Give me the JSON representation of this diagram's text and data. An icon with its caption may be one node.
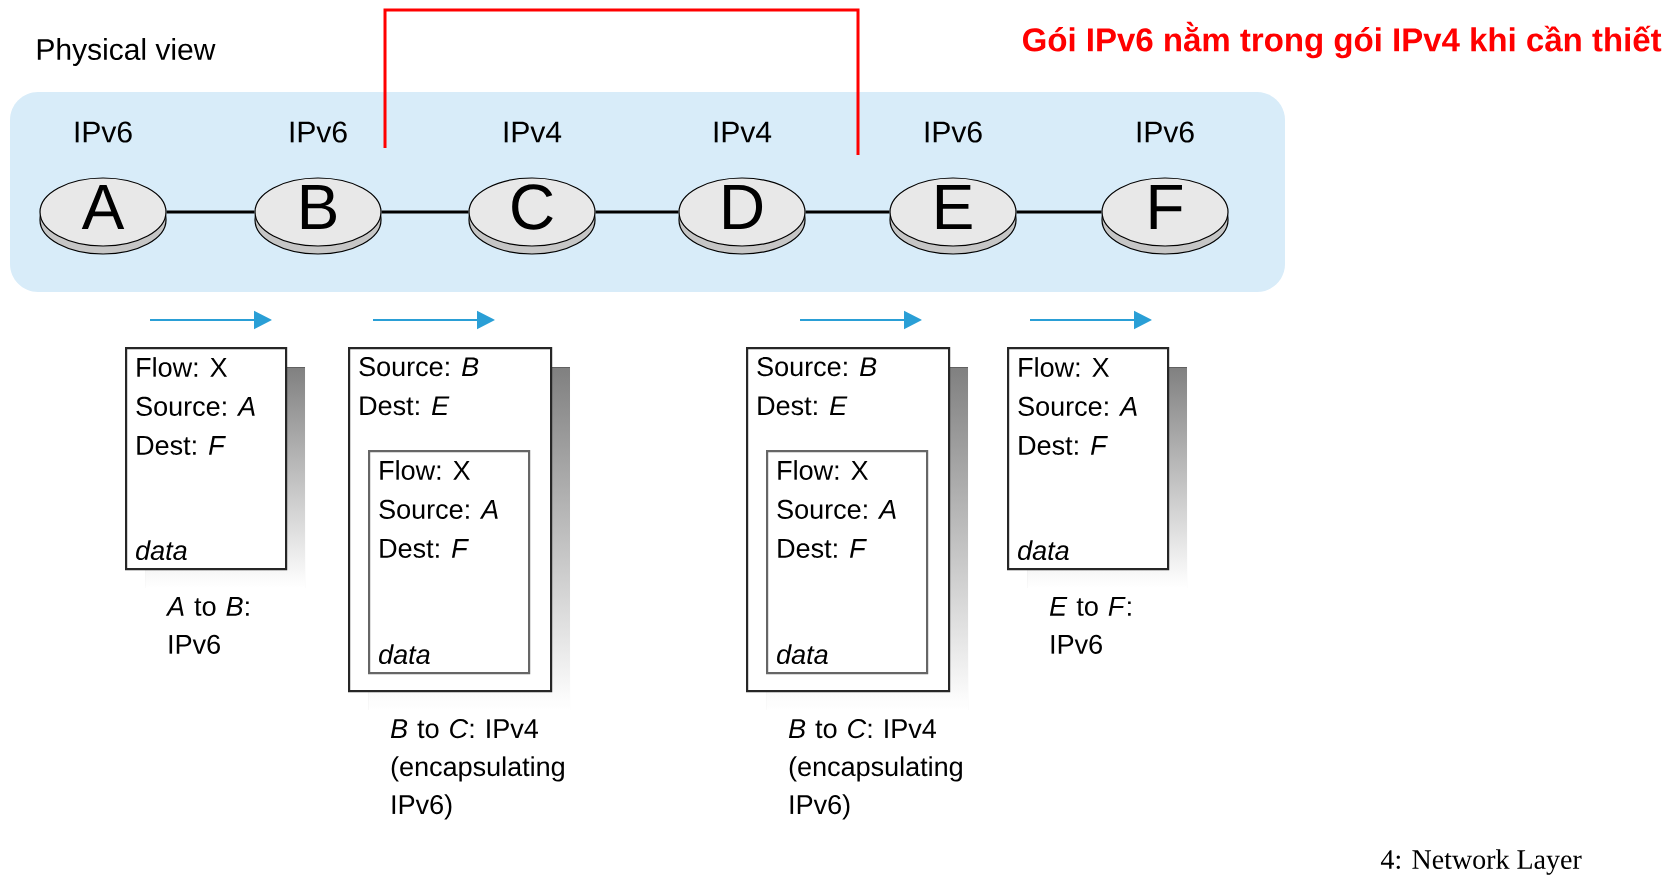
{
  "diagram": {
    "nodes": [
      {
        "text": [
          "A"
        ],
        "beside": [
          "IPv6"
        ]
      },
      {
        "text": [
          "B"
        ],
        "beside": [
          "IPv6"
        ]
      },
      {
        "text": [
          "C"
        ],
        "beside": [
          "IPv4"
        ]
      },
      {
        "text": [
          "D"
        ],
        "beside": [
          "IPv4"
        ]
      },
      {
        "text": [
          "E"
        ],
        "beside": [
          "IPv6"
        ]
      },
      {
        "text": [
          "F"
        ],
        "beside": [
          "IPv6"
        ]
      },
      {
        "text": [
          "Flow: X",
          "Source: *A*",
          "Dest: *F*",
          "data"
        ],
        "beside": [
          "*A* to *B*: IPv6"
        ]
      },
      {
        "text": [
          "Source: *B*",
          "Dest: *E*"
        ],
        "beside": [
          "*B* to *C*: IPv4 (encapsulating IPv6)"
        ]
      },
      {
        "text": [
          "Flow: X",
          "Source: *A*",
          "Dest: *F*",
          "data"
        ],
        "in": 7
      },
      {
        "text": [
          "Source: *B*",
          "Dest: *E*"
        ],
        "beside": [
          "*B* to *C*: IPv4 (encapsulating IPv6)"
        ]
      },
      {
        "text": [
          "Flow: X",
          "Source: *A*",
          "Dest: *F*",
          "data"
        ],
        "in": 9
      },
      {
        "text": [
          "Flow: X",
          "Source: *A*",
          "Dest: *F*",
          "data"
        ],
        "beside": [
          "*E* to *F*: IPv6"
        ]
      }
    ],
    "edges": [
      {
        "from": 0,
        "to": 1,
        "arrow": "none"
      },
      {
        "from": 1,
        "to": 2,
        "arrow": "none"
      },
      {
        "from": 2,
        "to": 3,
        "arrow": "none"
      },
      {
        "from": 3,
        "to": 4,
        "arrow": "none"
      },
      {
        "from": 4,
        "to": 5,
        "arrow": "none"
      }
    ],
    "labels": [
      "Physical view",
      "Gói IPv6 nằm trong gói IPv4 khi cần thiết",
      "4: Network Layer"
    ]
  }
}
